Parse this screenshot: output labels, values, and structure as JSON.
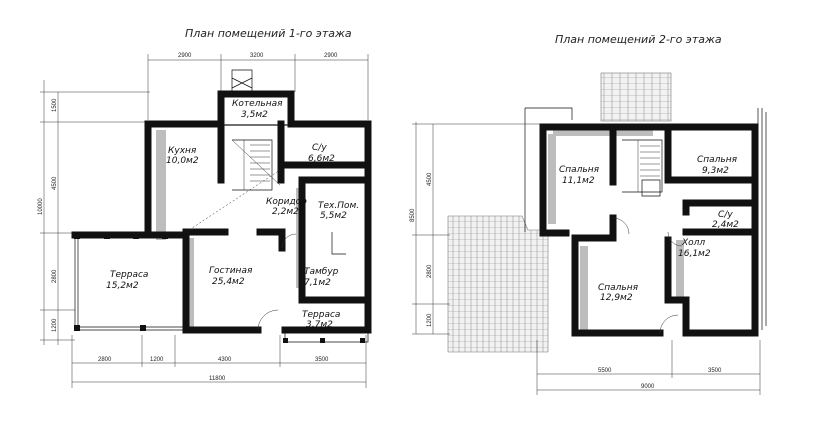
{
  "floor1": {
    "title": "План помещений 1-го этажа",
    "rooms": [
      {
        "name": "Котельная",
        "area": "3,5м2"
      },
      {
        "name": "Кухня",
        "area": "10,0м2"
      },
      {
        "name": "С/у",
        "area": "6,6м2"
      },
      {
        "name": "Коридор",
        "area": "2,2м2"
      },
      {
        "name": "Тех.Пом.",
        "area": "5,5м2"
      },
      {
        "name": "Терраса",
        "area": "15,2м2"
      },
      {
        "name": "Гостиная",
        "area": "25,4м2"
      },
      {
        "name": "Тамбур",
        "area": "7,1м2"
      },
      {
        "name": "Терраса",
        "area": "3,7м2"
      }
    ],
    "dims_top": [
      "2900",
      "3200",
      "2900"
    ],
    "dims_bottom": [
      "2800",
      "1200",
      "4300",
      "3500"
    ],
    "dim_total": "11800",
    "dims_left": [
      "1500",
      "4500",
      "2800",
      "1200"
    ],
    "dim_left_total": "10000"
  },
  "floor2": {
    "title": "План помещений 2-го этажа",
    "rooms": [
      {
        "name": "Спальня",
        "area": "11,1м2"
      },
      {
        "name": "Спальня",
        "area": "9,3м2"
      },
      {
        "name": "С/у",
        "area": "2,4м2"
      },
      {
        "name": "Холл",
        "area": "16,1м2"
      },
      {
        "name": "Спальня",
        "area": "12,9м2"
      }
    ],
    "dims_bottom": [
      "5500",
      "3500"
    ],
    "dim_total": "9000",
    "dims_left": [
      "4500",
      "2800",
      "1200"
    ],
    "dim_left_total": "8500"
  }
}
